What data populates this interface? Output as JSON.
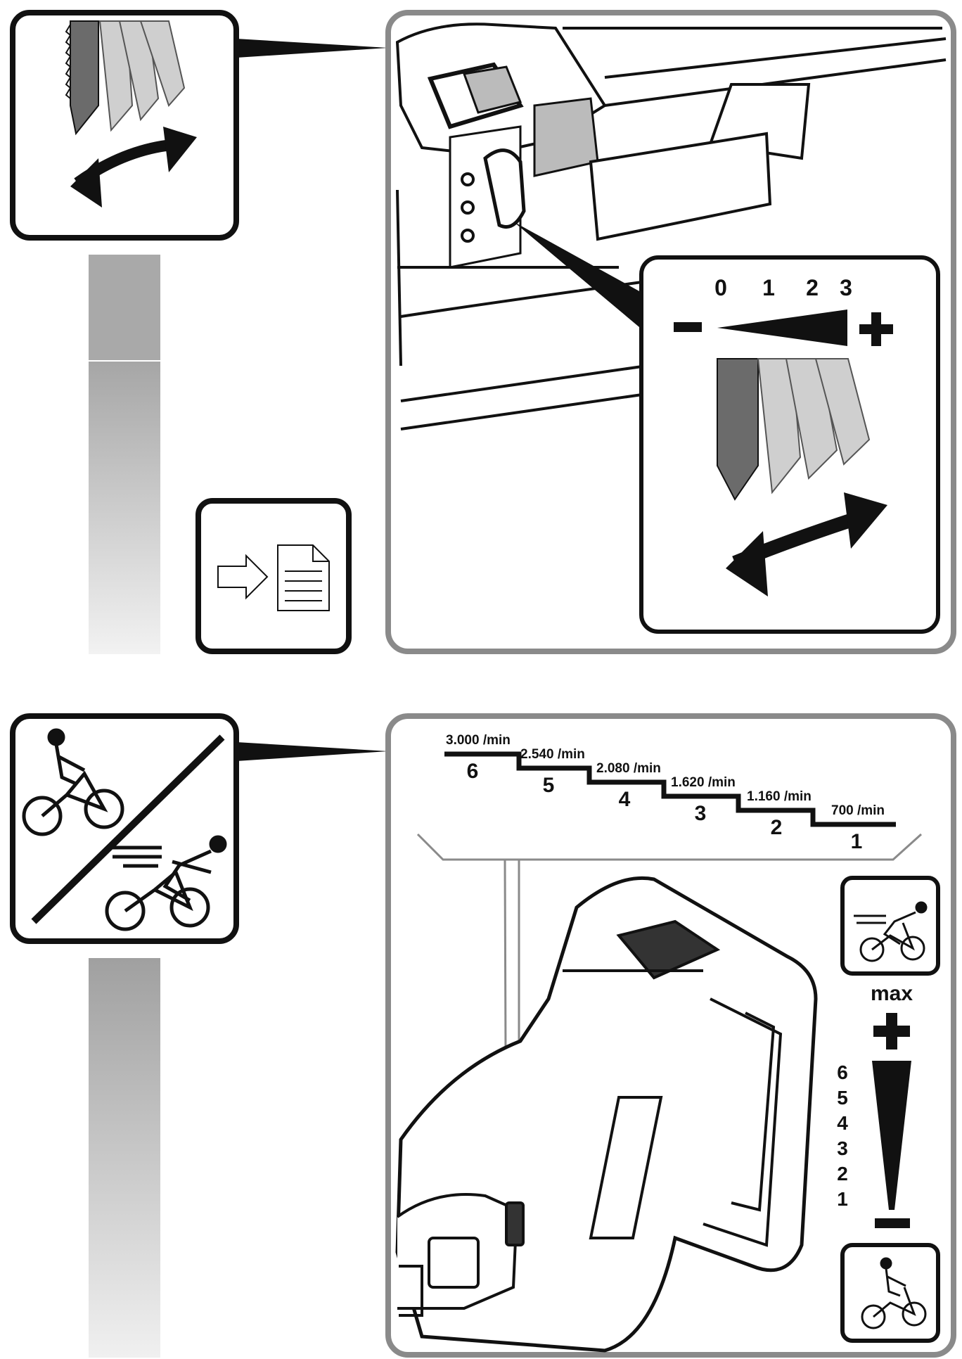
{
  "oscillation_panel": {
    "scale_numbers": [
      "0",
      "1",
      "2",
      "3"
    ],
    "minus_sign": "−",
    "plus_sign": "+"
  },
  "speed_panel": {
    "steps": [
      {
        "number": "6",
        "rate": "3.000 /min"
      },
      {
        "number": "5",
        "rate": "2.540 /min"
      },
      {
        "number": "4",
        "rate": "2.080 /min"
      },
      {
        "number": "3",
        "rate": "1.620 /min"
      },
      {
        "number": "2",
        "rate": "1.160 /min"
      },
      {
        "number": "1",
        "rate": "700 /min"
      }
    ],
    "max_label": "max",
    "plus_sign": "+",
    "minus_sign": "−",
    "dial_numbers": [
      "6",
      "5",
      "4",
      "3",
      "2",
      "1"
    ]
  },
  "icons": {
    "oscillation": "saw-blade-oscillation-icon",
    "read_manual": "read-manual-icon",
    "cyclist_slow": "cyclist-slow-icon",
    "cyclist_fast": "cyclist-fast-icon"
  },
  "colors": {
    "frame": "#8a8a8a",
    "ink": "#111111",
    "blade_dark": "#6b6b6b",
    "blade_light": "#cfcfcf"
  }
}
